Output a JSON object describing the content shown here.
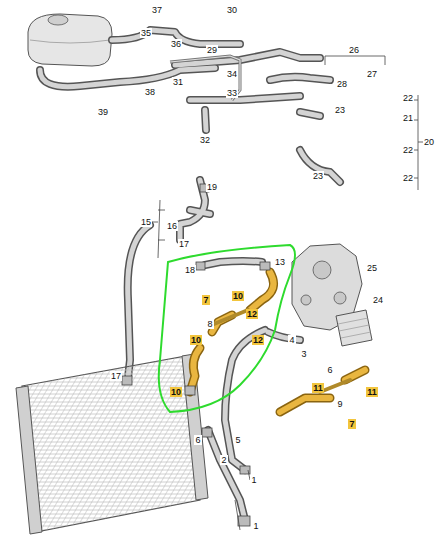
{
  "diagram": {
    "labels": [
      "37",
      "35",
      "36",
      "30",
      "29",
      "31",
      "34",
      "33",
      "38",
      "39",
      "32",
      "26",
      "27",
      "28",
      "22",
      "23",
      "21",
      "20",
      "22",
      "23",
      "22",
      "19",
      "15",
      "16",
      "17",
      "18",
      "13",
      "25",
      "7",
      "10",
      "12",
      "8",
      "10",
      "12",
      "24",
      "4",
      "3",
      "6",
      "11",
      "9",
      "11",
      "7",
      "17",
      "10",
      "6",
      "5",
      "2",
      "1",
      "1"
    ]
  }
}
